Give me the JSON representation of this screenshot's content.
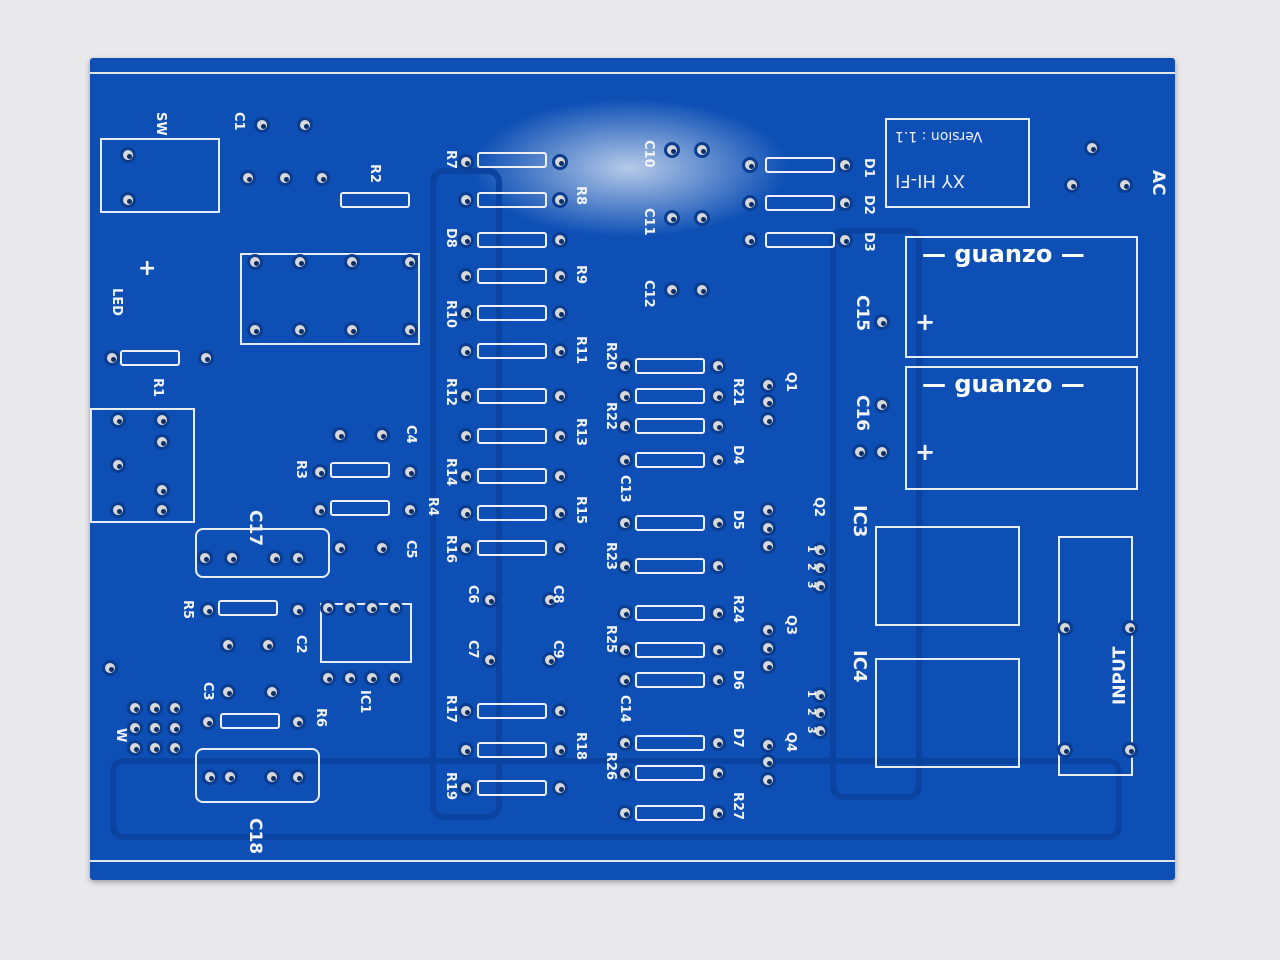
{
  "logo": {
    "brand": "XY",
    "model": "HI-FI",
    "version": "Version : 1.1"
  },
  "brand_caps": [
    "— guanzo —",
    "— guanzo —"
  ],
  "plus": "+",
  "minus": "-",
  "labels": [
    "SW",
    "C1",
    "R2",
    "R7",
    "R8",
    "D8",
    "R9",
    "R10",
    "R11",
    "R12",
    "R13",
    "R14",
    "R15",
    "R16",
    "C10",
    "C11",
    "C12",
    "R20",
    "R21",
    "R22",
    "D4",
    "C13",
    "D5",
    "R23",
    "R24",
    "R25",
    "D6",
    "C14",
    "D7",
    "R26",
    "R27",
    "D1",
    "D2",
    "D3",
    "Q1",
    "Q2",
    "Q3",
    "Q4",
    "IC3",
    "IC4",
    "C15",
    "C16",
    "AC",
    "INPUT",
    "LED",
    "R1",
    "C17",
    "C4",
    "R3",
    "R4",
    "C5",
    "R5",
    "C2",
    "C3",
    "R6",
    "IC1",
    "C18",
    "W",
    "C6",
    "C7",
    "C8",
    "C9",
    "R17",
    "R18",
    "R19"
  ],
  "pin_numbers": [
    "1",
    "2",
    "3"
  ]
}
